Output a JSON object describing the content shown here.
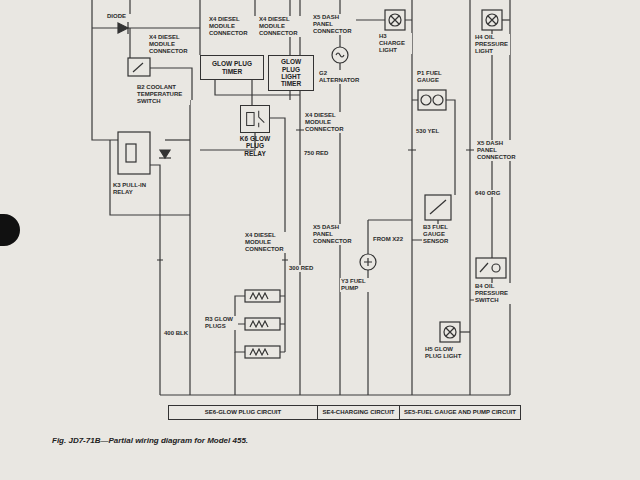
{
  "diagram": {
    "caption": "Fig. JD7-71B—Partial wiring diagram for Model 455.",
    "nodes": [
      {
        "text": [
          "GLOW PLUG TIMER"
        ]
      },
      {
        "text": [
          "GLOW PLUG LIGHT TIMER"
        ]
      },
      {
        "text": [
          "K6 GLOW PLUG RELAY"
        ]
      },
      {
        "text": [
          "SE6-GLOW PLUG CIRCUIT"
        ]
      },
      {
        "text": [
          "SE4-CHARGING CIRCUIT"
        ]
      },
      {
        "text": [
          "SE5-FUEL GAUGE AND PUMP CIRCUIT"
        ]
      }
    ],
    "edges": [
      {
        "from": 0,
        "to": 2,
        "arrow": "none"
      }
    ],
    "labels": [
      "DIODE",
      "X4 DIESEL MODULE CONNECTOR",
      "X4 DIESEL MODULE CONNECTOR",
      "X4 DIESEL MODULE CONNECTOR",
      "B2 COOLANT TEMPERATURE SWITCH",
      "K3 PULL-IN RELAY",
      "X4 DIESEL MODULE CONNECTOR",
      "H3 CHARGE LIGHT",
      "X5 DASH PANEL CONNECTOR",
      "G2 ALTERNATOR",
      "P1 FUEL GAUGE",
      "H4 OIL PRESSURE LIGHT",
      "X5 DASH PANEL CONNECTOR",
      "B3 FUEL GAUGE SENSOR",
      "B4 OIL PRESSURE SWITCH",
      "H5 GLOW PLUG LIGHT",
      "Y3 FUEL PUMP",
      "X4 DIESEL MODULE CONNECTOR",
      "X5 DASH PANEL CONNECTOR",
      "R3 GLOW PLUGS",
      "FROM X22",
      "750 RED",
      "400 BLK",
      "530 YEL",
      "640 ORG",
      "300 RED"
    ]
  }
}
